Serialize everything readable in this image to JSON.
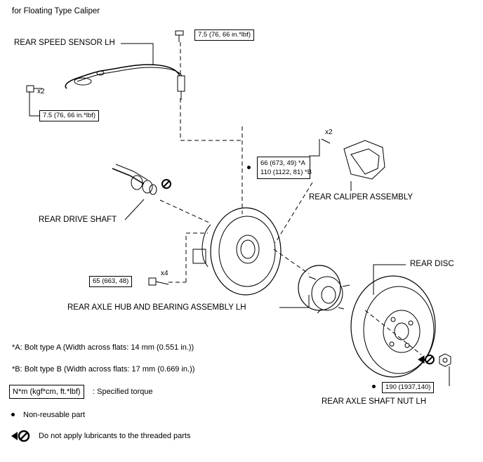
{
  "header": "for Floating Type Caliper",
  "labels": {
    "sensor": "REAR SPEED SENSOR LH",
    "caliper": "REAR CALIPER ASSEMBLY",
    "drive_shaft": "REAR DRIVE SHAFT",
    "disc": "REAR DISC",
    "hub": "REAR AXLE HUB AND BEARING ASSEMBLY LH",
    "nut": "REAR AXLE SHAFT NUT LH"
  },
  "torques": {
    "sensor_top": "7.5 (76, 66 in.*lbf)",
    "sensor_left": "7.5 (76, 66 in.*lbf)",
    "caliper_a": "66 (673, 49) *A",
    "caliper_b": "110 (1122, 81) *B",
    "hub": "65 (663, 48)",
    "nut": "190 (1937,140)"
  },
  "counts": {
    "sensor_bolts": "x2",
    "caliper_bolts": "x2",
    "hub_bolts": "x4"
  },
  "notes": {
    "a": "*A: Bolt type A (Width across flats: 14 mm (0.551 in.))",
    "b": "*B: Bolt type B (Width across flats: 17 mm (0.669 in.))"
  },
  "legend": {
    "torque_box": "N*m (kgf*cm, ft.*lbf)",
    "torque_desc": ": Specified torque",
    "non_reusable": "Non-reusable part",
    "no_lube": "Do not apply lubricants to the threaded parts"
  }
}
